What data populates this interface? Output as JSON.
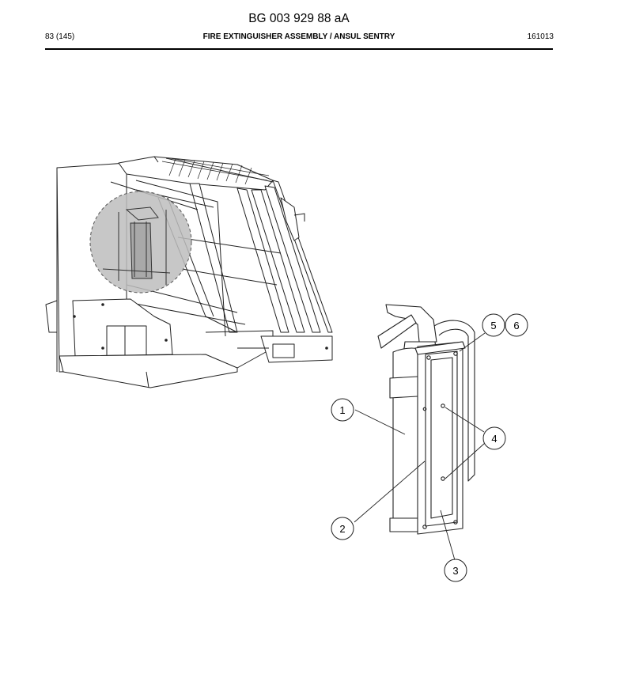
{
  "header": {
    "document_code": "BG 003 929 88 aA",
    "page": "83 (145)",
    "title": "FIRE EXTINGUISHER ASSEMBLY / ANSUL SENTRY",
    "date_code": "161013"
  },
  "callouts": [
    "1",
    "2",
    "3",
    "4",
    "5",
    "6"
  ]
}
